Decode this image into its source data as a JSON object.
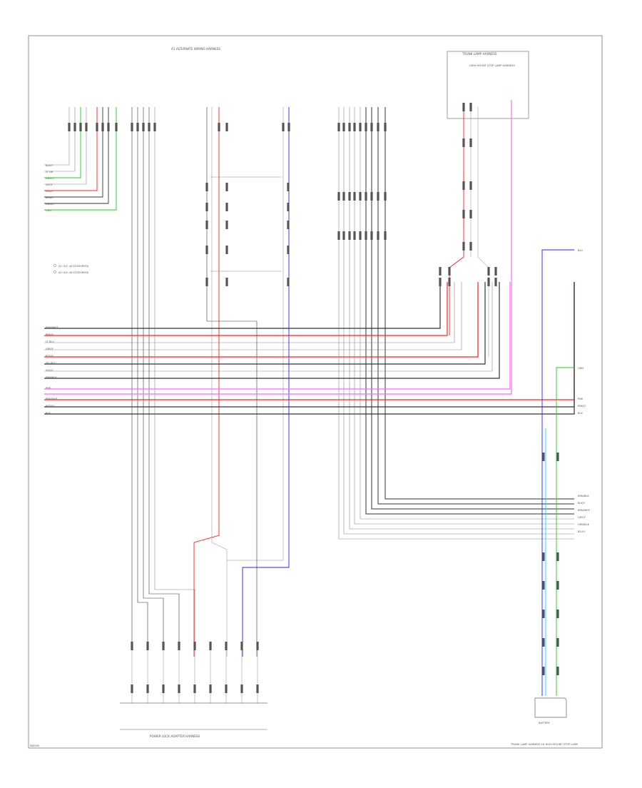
{
  "titles": {
    "harness_top": "A1 ALTERNATE WIRING HARNESS",
    "rear_harness_box": "TRUNK LAMP HARNESS",
    "rear_box_note": "HIGH MOUNT STOP LAMP HARNESS",
    "bottom_harness": "POWER LOCK ADAPTER HARNESS",
    "footer_left": "WD000",
    "bottom_right_box": "BATTERY",
    "bottom_right_caption": "TRUNK LAMP HARNESS LH HIGH MOUNT STOP LAMP"
  },
  "legend": [
    "A1: A/C (ACCESSORIES)",
    "A2: A/C (ACCESSORIES)"
  ],
  "left_wire_labels": [
    "BLK/Y",
    "LT GN",
    "GRN/Y",
    "VIO/Y",
    "RED/Y",
    "BRN/Y",
    "GRN/O",
    "GRN"
  ],
  "bus_labels": [
    "BRN/WHT",
    "PNK/O",
    "LT BLU",
    "GRY/Y",
    "RED/Y",
    "YEL/BLU",
    "VIO/O",
    "BRN/BLK",
    "PNK",
    "PNK/WHT",
    "RED/O",
    "BLK"
  ],
  "right_bus_labels": [
    "PNK",
    "PNK/O",
    "BLK"
  ],
  "right_lower_labels": [
    "BRN/BLK",
    "BLK/Y",
    "BRN/WHT",
    "GRY/Y",
    "GRN/BLK",
    "BLU/Y"
  ],
  "right_side_labels": [
    "BLU",
    "GRN"
  ],
  "colors": {
    "red": "#ff2020",
    "pink": "#ff66ff",
    "blue": "#2222ff",
    "green": "#22cc22",
    "cyan": "#00ccee",
    "dark": "#333333",
    "gray": "#888888"
  }
}
